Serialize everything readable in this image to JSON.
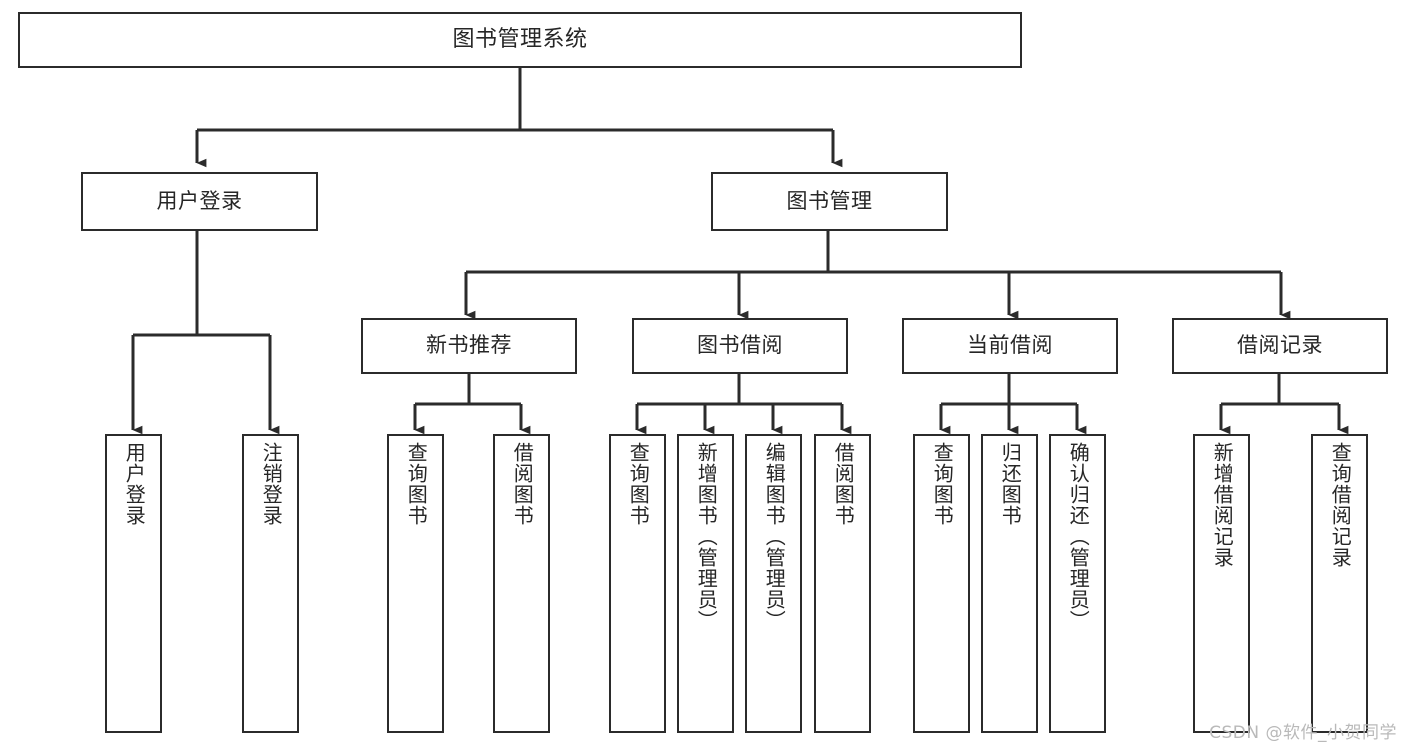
{
  "diagram": {
    "title": "图书管理系统",
    "type": "tree-hierarchy",
    "watermark": "CSDN @软件_小贺同学",
    "colors": {
      "box_border": "#2b2b2b",
      "box_fill": "#ffffff",
      "text": "#262626",
      "connector": "#2b2b2b",
      "watermark": "#b9b9b9",
      "background": "#ffffff"
    },
    "nodes": {
      "root": {
        "label": "图书管理系统",
        "orientation": "horizontal"
      },
      "level1": [
        {
          "id": "user-login",
          "label": "用户登录",
          "orientation": "horizontal"
        },
        {
          "id": "book-manage",
          "label": "图书管理",
          "orientation": "horizontal"
        }
      ],
      "level2": [
        {
          "id": "new-book-rec",
          "label": "新书推荐",
          "orientation": "horizontal"
        },
        {
          "id": "book-borrow",
          "label": "图书借阅",
          "orientation": "horizontal"
        },
        {
          "id": "current-borrow",
          "label": "当前借阅",
          "orientation": "horizontal"
        },
        {
          "id": "borrow-record",
          "label": "借阅记录",
          "orientation": "horizontal"
        }
      ],
      "leaves": {
        "user-login": [
          {
            "id": "leaf-user-login",
            "label": "用户登录",
            "orientation": "vertical"
          },
          {
            "id": "leaf-logout",
            "label": "注销登录",
            "orientation": "vertical"
          }
        ],
        "new-book-rec": [
          {
            "id": "leaf-query-book-1",
            "label": "查询图书",
            "orientation": "vertical"
          },
          {
            "id": "leaf-borrow-book-1",
            "label": "借阅图书",
            "orientation": "vertical"
          }
        ],
        "book-borrow": [
          {
            "id": "leaf-query-book-2",
            "label": "查询图书",
            "orientation": "vertical"
          },
          {
            "id": "leaf-add-book",
            "label": "新增图书（管理员）",
            "orientation": "vertical"
          },
          {
            "id": "leaf-edit-book",
            "label": "编辑图书（管理员）",
            "orientation": "vertical"
          },
          {
            "id": "leaf-borrow-book-2",
            "label": "借阅图书",
            "orientation": "vertical"
          }
        ],
        "current-borrow": [
          {
            "id": "leaf-query-book-3",
            "label": "查询图书",
            "orientation": "vertical"
          },
          {
            "id": "leaf-return-book",
            "label": "归还图书",
            "orientation": "vertical"
          },
          {
            "id": "leaf-confirm-return",
            "label": "确认归还（管理员）",
            "orientation": "vertical"
          }
        ],
        "borrow-record": [
          {
            "id": "leaf-add-record",
            "label": "新增借阅记录",
            "orientation": "vertical"
          },
          {
            "id": "leaf-query-record",
            "label": "查询借阅记录",
            "orientation": "vertical"
          }
        ]
      }
    }
  }
}
